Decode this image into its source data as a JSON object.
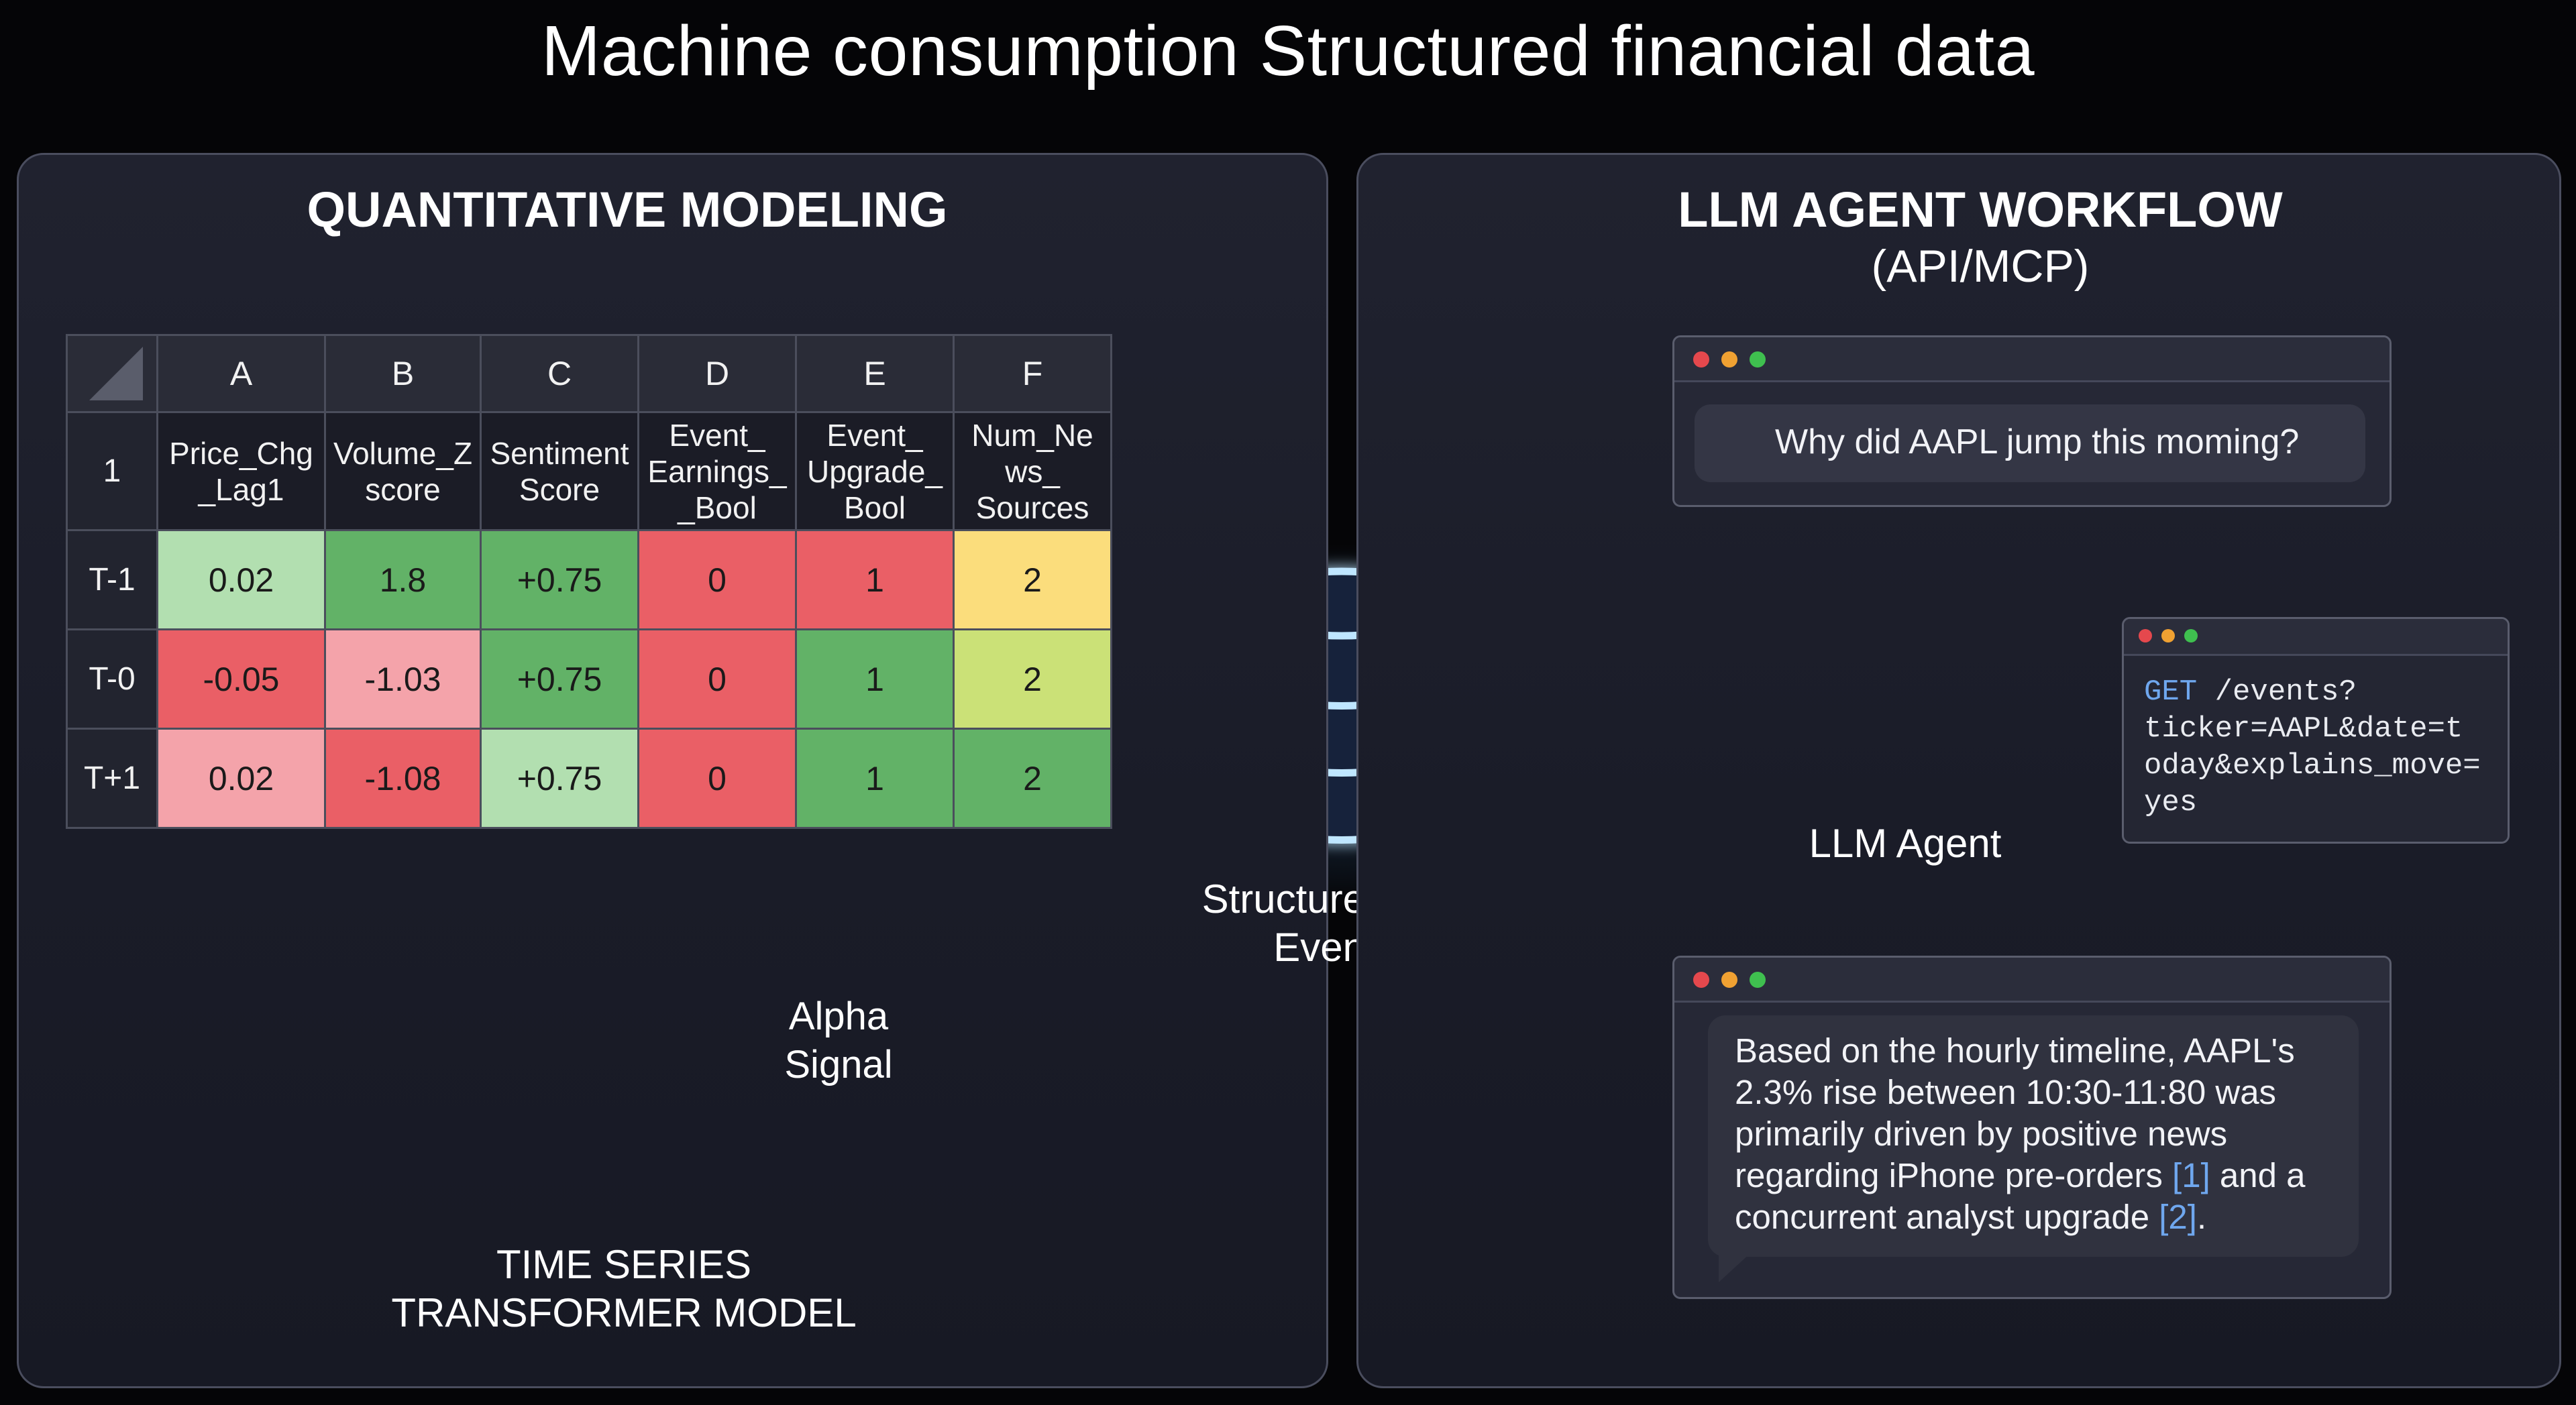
{
  "title": "Machine consumption Structured financial data",
  "colors": {
    "background": "#050507",
    "panel": "#1d1f2b",
    "green_dark": "#62b267",
    "green_light": "#b2dfb0",
    "red_dark": "#ea5f66",
    "red_light": "#f4a3aa",
    "yellow": "#fbdd7c",
    "yellow_green": "#cbe177",
    "glow_blue": "#a9dcff",
    "cite_blue": "#6fa7ee"
  },
  "left_panel": {
    "title": "QUANTITATIVE MODELING",
    "sheet": {
      "column_letters": [
        "A",
        "B",
        "C",
        "D",
        "E",
        "F"
      ],
      "header_row_label": "1",
      "feature_names": [
        [
          "Price_Chg",
          "_Lag1"
        ],
        [
          "Volume_Z",
          "score"
        ],
        [
          "Sentiment",
          "Score"
        ],
        [
          "Event_",
          "Earnings_",
          "_Bool"
        ],
        [
          "Event_",
          "Upgrade_",
          "Bool"
        ],
        [
          "Num_Ne",
          "ws_",
          "Sources"
        ]
      ],
      "rows": [
        {
          "label": "T-1",
          "cells": [
            {
              "value": "0.02",
              "color": "#b2dfb0"
            },
            {
              "value": "1.8",
              "color": "#62b267"
            },
            {
              "value": "+0.75",
              "color": "#62b267"
            },
            {
              "value": "0",
              "color": "#ea5f66"
            },
            {
              "value": "1",
              "color": "#ea5f66"
            },
            {
              "value": "2",
              "color": "#fbdd7c"
            }
          ]
        },
        {
          "label": "T-0",
          "cells": [
            {
              "value": "-0.05",
              "color": "#ea5f66"
            },
            {
              "value": "-1.03",
              "color": "#f4a3aa"
            },
            {
              "value": "+0.75",
              "color": "#62b267"
            },
            {
              "value": "0",
              "color": "#ea5f66"
            },
            {
              "value": "1",
              "color": "#62b267"
            },
            {
              "value": "2",
              "color": "#cbe177"
            }
          ]
        },
        {
          "label": "T+1",
          "cells": [
            {
              "value": "0.02",
              "color": "#f4a3aa"
            },
            {
              "value": "-1.08",
              "color": "#ea5f66"
            },
            {
              "value": "+0.75",
              "color": "#b2dfb0"
            },
            {
              "value": "0",
              "color": "#ea5f66"
            },
            {
              "value": "1",
              "color": "#62b267"
            },
            {
              "value": "2",
              "color": "#62b267"
            }
          ]
        }
      ]
    },
    "alpha_signal": [
      "Alpha",
      "Signal"
    ],
    "model_label": [
      "TIME SERIES",
      "TRANSFORMER MODEL"
    ]
  },
  "center": {
    "db_label": [
      "Structured Hourly",
      "Event DB"
    ],
    "json_glyph": "{ }"
  },
  "right_panel": {
    "title": "LLM AGENT WORKFLOW",
    "subtitle": "(API/MCP)",
    "user_query": "Why did AAPL jump this moming?",
    "agent_label": "LLM Agent",
    "api_call": {
      "method": "GET",
      "path": " /events?",
      "lines": [
        "ticker=AAPL&date=t",
        "oday&explains_move=",
        "yes"
      ]
    },
    "answer": {
      "line1": "Based on the hourly timeline, AAPL's",
      "line2": "2.3% rise between 10:30-11:80 was",
      "line3": "primarily driven by positive news",
      "line4_pre": "regarding iPhone pre-orders ",
      "cite1": "[1]",
      "line4_post": " and a",
      "line5_pre": "concurrent analyst upgrade ",
      "cite2": "[2]",
      "line5_post": "."
    }
  }
}
